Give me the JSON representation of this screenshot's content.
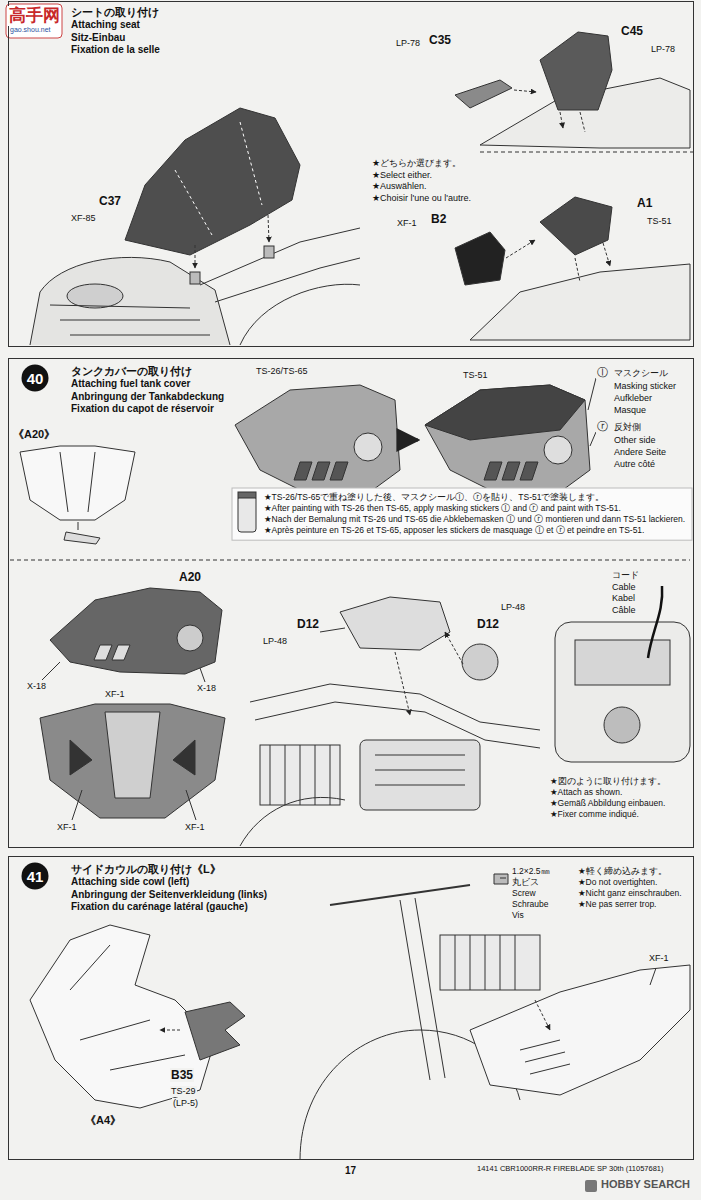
{
  "diagram": {
    "nodes": [
      {
        "text": [
          "シートの取り付け",
          "Attaching seat",
          "Sitz-Einbau",
          "Fixation de la selle"
        ]
      },
      {
        "text": [
          "タンクカバーの取り付け",
          "Attaching fuel tank cover",
          "Anbringung der Tankabdeckung",
          "Fixation du capot de réservoir"
        ]
      },
      {
        "text": [
          "40"
        ],
        "in": 1
      },
      {
        "text": [
          "サイドカウルの取り付け《L》",
          "Attaching side cowl (left)",
          "Anbringung der Seitenverkleidung (links)",
          "Fixation du carénage latéral (gauche)"
        ]
      },
      {
        "text": [
          "41"
        ],
        "in": 3
      }
    ],
    "labels": [
      "高手网",
      "gao.shou.net",
      "C37",
      "XF-85",
      "LP-78",
      "C35",
      "C45",
      "LP-78",
      "★どちらか選びます。",
      "★Select either.",
      "★Auswählen.",
      "★Choisir l'une ou l'autre.",
      "XF-1",
      "B2",
      "A1",
      "TS-51",
      "《A20》",
      "TS-26/TS-65",
      "TS-51",
      "ⓛ",
      "マスクシール",
      "Masking sticker",
      "Aufkleber",
      "Masque",
      "ⓡ",
      "反対側",
      "Other side",
      "Andere Seite",
      "Autre côté",
      "★TS-26/TS-65で重ね塗りした後、マスクシールⓛ、ⓡを貼り、TS-51で塗装します。",
      "★After painting with TS-26 then TS-65, apply masking stickers ⓛ and ⓡ and paint with TS-51.",
      "★Nach der Bemalung mit TS-26 und TS-65 die Abklebemasken ⓛ und ⓡ montieren und dann TS-51 lackieren.",
      "★Après peinture en TS-26 et TS-65, apposer les stickers de masquage ⓛ et ⓡ et peindre en TS-51.",
      "A20",
      "X-18",
      "X-18",
      "XF-1",
      "XF-1",
      "XF-1",
      "D12",
      "LP-48",
      "LP-48",
      "D12",
      "コード",
      "Cable",
      "Kabel",
      "Câble",
      "★図のように取り付けます。",
      "★Attach as shown.",
      "★Gemäß Abbildung einbauen.",
      "★Fixer comme indiqué.",
      "1.2×2.5㎜",
      "丸ビス",
      "Screw",
      "Schraube",
      "Vis",
      "★軽く締め込みます。",
      "★Do not overtighten.",
      "★Nicht ganz einschrauben.",
      "★Ne pas serrer trop.",
      "XF-1",
      "B35",
      "TS-29",
      "(LP-5)",
      "《A4》",
      "17",
      "14141 CBR1000RR-R FIREBLADE SP 30th (11057681)",
      "HOBBY SEARCH"
    ]
  }
}
